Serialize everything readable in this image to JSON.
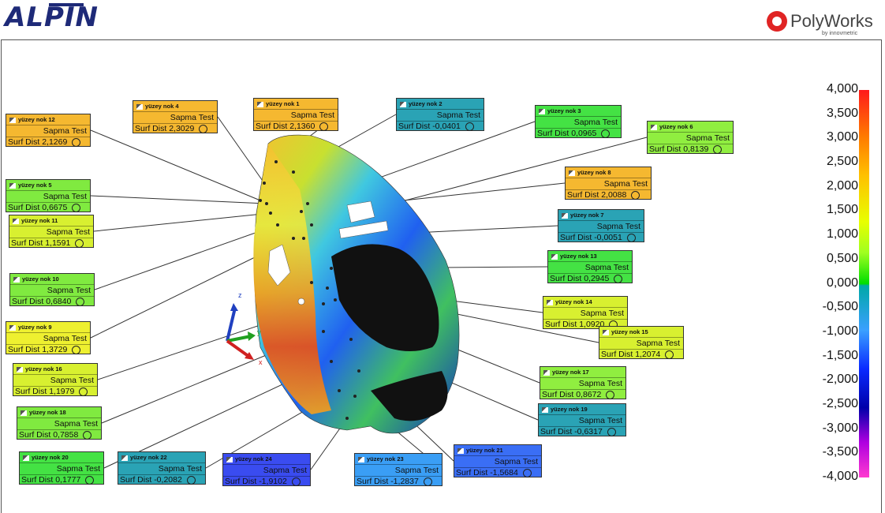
{
  "header": {
    "logo_text": "ALPIN",
    "brand_name": "PolyWorks",
    "brand_sub": "by innovmetric",
    "brand_color": "#e02424",
    "logo_color": "#1e2a78"
  },
  "callout_common": {
    "row2": "Sapma Test",
    "row3_label": "Surf Dist"
  },
  "callouts": [
    {
      "name": "yüzey nok 12",
      "value": "2,1269",
      "color": "#f5b830"
    },
    {
      "name": "yüzey nok 4",
      "value": "2,3029",
      "color": "#f5b830"
    },
    {
      "name": "yüzey nok 1",
      "value": "2,1360",
      "color": "#f5b830"
    },
    {
      "name": "yüzey nok 2",
      "value": "-0,0401",
      "color": "#2aa3b5"
    },
    {
      "name": "yüzey nok 3",
      "value": "0,0965",
      "color": "#44e244"
    },
    {
      "name": "yüzey nok 6",
      "value": "0,8139",
      "color": "#90ee40"
    },
    {
      "name": "yüzey nok 5",
      "value": "0,6675",
      "color": "#80ea40"
    },
    {
      "name": "yüzey nok 8",
      "value": "2,0088",
      "color": "#f5b830"
    },
    {
      "name": "yüzey nok 11",
      "value": "1,1591",
      "color": "#d8f030"
    },
    {
      "name": "yüzey nok 7",
      "value": "-0,0051",
      "color": "#2aa3b5"
    },
    {
      "name": "yüzey nok 10",
      "value": "0,6840",
      "color": "#80ea40"
    },
    {
      "name": "yüzey nok 13",
      "value": "0,2945",
      "color": "#44e244"
    },
    {
      "name": "yüzey nok 14",
      "value": "1,0920",
      "color": "#d8f030"
    },
    {
      "name": "yüzey nok 9",
      "value": "1,3729",
      "color": "#eef030"
    },
    {
      "name": "yüzey nok 15",
      "value": "1,2074",
      "color": "#d8f030"
    },
    {
      "name": "yüzey nok 16",
      "value": "1,1979",
      "color": "#d8f030"
    },
    {
      "name": "yüzey nok 17",
      "value": "0,8672",
      "color": "#90ee40"
    },
    {
      "name": "yüzey nok 18",
      "value": "0,7858",
      "color": "#80ea40"
    },
    {
      "name": "yüzey nok 19",
      "value": "-0,6317",
      "color": "#2aa3b5"
    },
    {
      "name": "yüzey nok 20",
      "value": "0,1777",
      "color": "#44e244"
    },
    {
      "name": "yüzey nok 22",
      "value": "-0,2082",
      "color": "#2aa3b5"
    },
    {
      "name": "yüzey nok 24",
      "value": "-1,9102",
      "color": "#3a4cf0"
    },
    {
      "name": "yüzey nok 23",
      "value": "-1,2837",
      "color": "#3a9ef5"
    },
    {
      "name": "yüzey nok 21",
      "value": "-1,5684",
      "color": "#3a6ef5"
    }
  ],
  "color_scale": {
    "ticks": [
      "4,000",
      "3,500",
      "3,000",
      "2,500",
      "2,000",
      "1,500",
      "1,000",
      "0,500",
      "0,000",
      "-0,500",
      "-1,000",
      "-1,500",
      "-2,000",
      "-2,500",
      "-3,000",
      "-3,500",
      "-4,000"
    ]
  },
  "axes": {
    "x": "x",
    "y": "y",
    "z": "z",
    "x_color": "#d02020",
    "y_color": "#20a020",
    "z_color": "#2040c0"
  }
}
